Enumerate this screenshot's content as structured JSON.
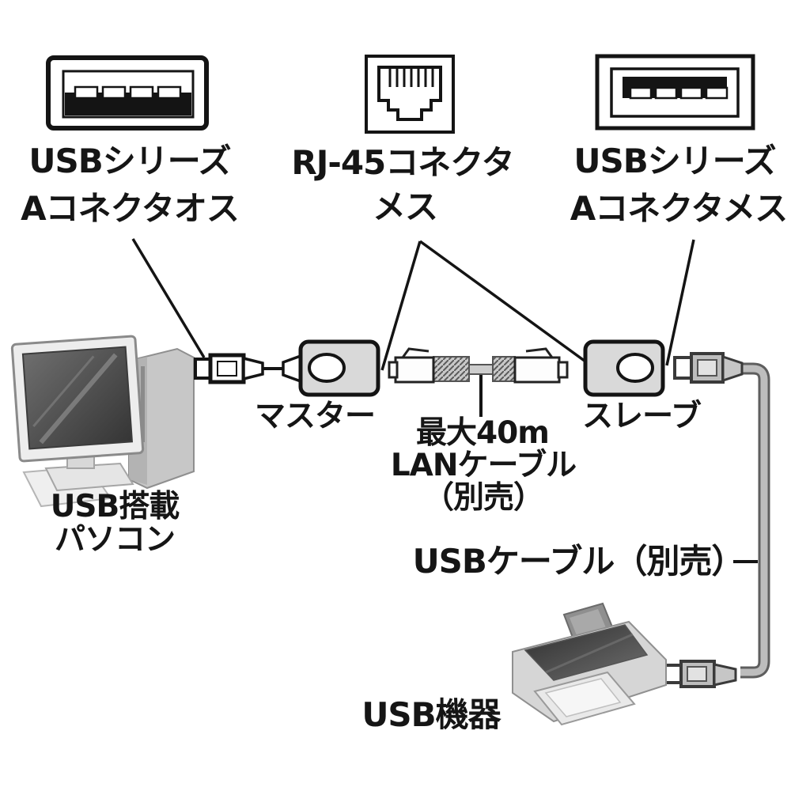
{
  "colors": {
    "line": "#141414",
    "adapter_fill": "#d9d9d9",
    "cable_gray": "#bdbdbd",
    "screen_dark": "#4a4a4a",
    "background": "#ffffff"
  },
  "connectors": {
    "usb_a_male": {
      "line1": "USBシリーズ",
      "line2": "Aコネクタオス"
    },
    "rj45_female": {
      "line1": "RJ-45コネクタ",
      "line2": "メス"
    },
    "usb_a_female": {
      "line1": "USBシリーズ",
      "line2": "Aコネクタメス"
    }
  },
  "devices": {
    "pc": {
      "line1": "USB搭載",
      "line2": "パソコン"
    },
    "master": {
      "label": "マスター"
    },
    "slave": {
      "label": "スレーブ"
    },
    "usb_device": {
      "label": "USB機器"
    }
  },
  "cables": {
    "lan": {
      "line1": "最大40m",
      "line2": "LANケーブル",
      "line3": "（別売）"
    },
    "usb": {
      "label": "USBケーブル（別売）"
    }
  }
}
